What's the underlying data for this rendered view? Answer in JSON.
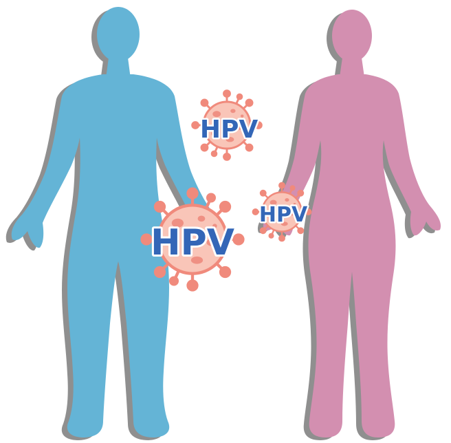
{
  "illustration": {
    "colors": {
      "male_figure": "#64b4d6",
      "female_figure": "#d38fb0",
      "figure_shadow": "#8f8f8f",
      "virus_body": "#f9c5b8",
      "virus_outline": "#f08a7c",
      "virus_spots": "#ef9083",
      "label_text": "#3366b7",
      "background": "#ffffff"
    },
    "viruses": [
      {
        "label": "HPV"
      },
      {
        "label": "HPV"
      },
      {
        "label": "HPV"
      }
    ]
  }
}
